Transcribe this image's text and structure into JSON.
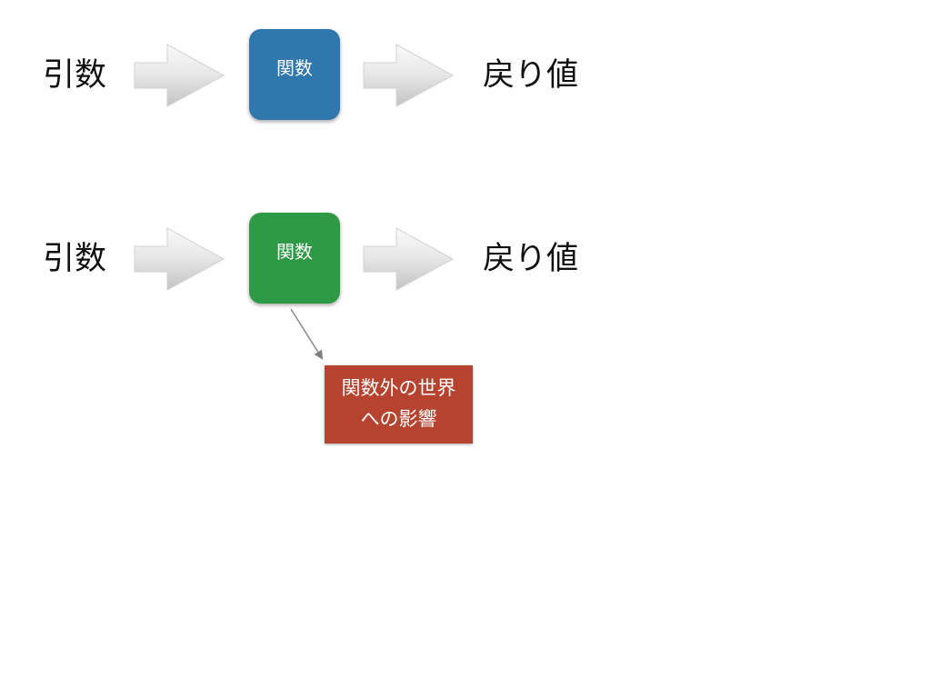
{
  "colors": {
    "blue_box": "#2f77ad",
    "green_box": "#2e9a45",
    "red_box": "#b5432f",
    "arrow_light": "#f3f3f3",
    "arrow_dark": "#c9c9c9",
    "connector": "#8a8a8a"
  },
  "rows": [
    {
      "input": "引数",
      "function": "関数",
      "output": "戻り値"
    },
    {
      "input": "引数",
      "function": "関数",
      "output": "戻り値"
    }
  ],
  "side_effect": {
    "line1": "関数外の世界",
    "line2": "への影響"
  },
  "icons": {
    "flow_arrow": "right-arrow-icon"
  }
}
